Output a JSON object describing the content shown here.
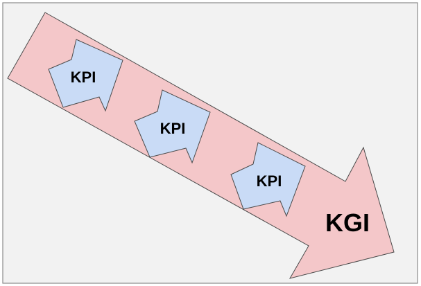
{
  "diagram": {
    "colors": {
      "background": "#f2f2f2",
      "border": "#8a8a8a",
      "big_arrow_fill": "#f4c7c9",
      "big_arrow_stroke": "#4a4a4a",
      "kpi_arrow_fill": "#c9dbf6",
      "kpi_arrow_stroke": "#4a4a4a"
    },
    "kpis": [
      {
        "label": "KPI"
      },
      {
        "label": "KPI"
      },
      {
        "label": "KPI"
      }
    ],
    "kgi": {
      "label": "KGI"
    }
  }
}
